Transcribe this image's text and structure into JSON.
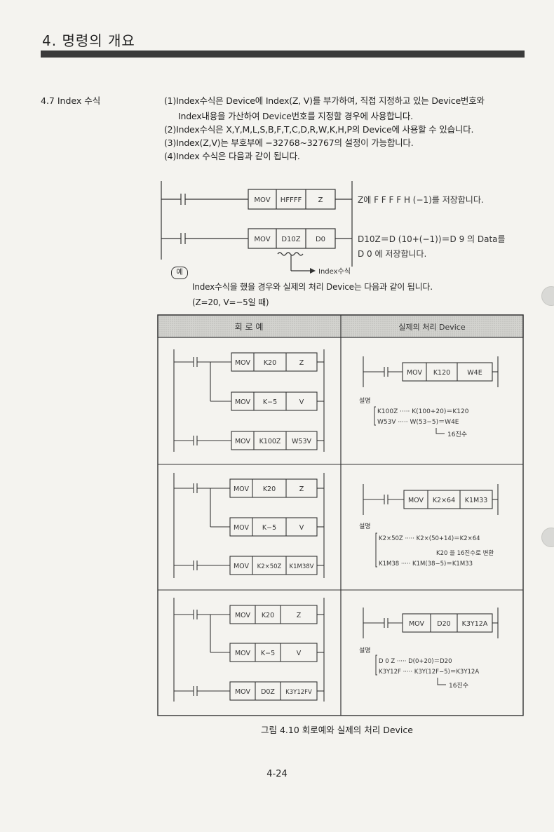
{
  "header": {
    "chapter_title": "4. 명령의 개요"
  },
  "section": {
    "number_title": "4.7  Index 수식"
  },
  "paragraphs": [
    "(1)Index수식은 Device에 Index(Z, V)를 부가하여, 직접 지정하고 있는 Device번호와",
    "Index내용을 가산하여 Device번호를 지정할 경우에 사용합니다.",
    "(2)Index수식은 X,Y,M,L,S,B,F,T,C,D,R,W,K,H,P의 Device에 사용할 수 있습니다.",
    "(3)Index(Z,V)는 부호부에 −32768~32767의 설정이 가능합니다.",
    "(4)Index 수식은 다음과 같이 됩니다."
  ],
  "top_ladder": {
    "rung1": {
      "op": "MOV",
      "src": "HFFFF",
      "dst": "Z",
      "desc": "Z에 F F F F H  (−1)를 저장합니다."
    },
    "rung2": {
      "op": "MOV",
      "src": "D10Z",
      "dst": "D0",
      "desc1": "D10Z＝D (10+(−1))＝D 9 의  Data를",
      "desc2": "D 0 에 저장합니다."
    },
    "index_label": "Index수식"
  },
  "example": {
    "badge": "예",
    "line1": "Index수식을 했을 경우와 실제의 처리 Device는 다음과 같이 됩니다.",
    "line2": "(Z=20,  V=−5일 때)"
  },
  "table": {
    "header_left": "회   로   예",
    "header_right": "실제의 처리 Device",
    "rows": [
      {
        "circuit": [
          {
            "op": "MOV",
            "src": "K20",
            "dst": "Z"
          },
          {
            "op": "MOV",
            "src": "K−5",
            "dst": "V"
          },
          {
            "op": "MOV",
            "src": "K100Z",
            "dst": "W53V"
          }
        ],
        "actual": {
          "op": "MOV",
          "src": "K120",
          "dst": "W4E"
        },
        "explain_title": "설명",
        "explain": [
          "K100Z ····· K(100+20)＝K120",
          "W53V ····· W(53−5)＝W4E"
        ],
        "note": "16진수"
      },
      {
        "circuit": [
          {
            "op": "MOV",
            "src": "K20",
            "dst": "Z"
          },
          {
            "op": "MOV",
            "src": "K−5",
            "dst": "V"
          },
          {
            "op": "MOV",
            "src": "K2×50Z",
            "dst": "K1M38V"
          }
        ],
        "actual": {
          "op": "MOV",
          "src": "K2×64",
          "dst": "K1M33"
        },
        "explain_title": "설명",
        "explain": [
          "K2×50Z ····· K2×(50+14)＝K2×64",
          "K1M38 ····· K1M(38−5)＝K1M33"
        ],
        "note": "K20 을 16진수로 변환"
      },
      {
        "circuit": [
          {
            "op": "MOV",
            "src": "K20",
            "dst": "Z"
          },
          {
            "op": "MOV",
            "src": "K−5",
            "dst": "V"
          },
          {
            "op": "MOV",
            "src": "D0Z",
            "dst": "K3Y12FV"
          }
        ],
        "actual": {
          "op": "MOV",
          "src": "D20",
          "dst": "K3Y12A"
        },
        "explain_title": "설명",
        "explain": [
          "D 0 Z ····· D(0+20)＝D20",
          "K3Y12F ····· K3Y(12F−5)＝K3Y12A"
        ],
        "note": "16진수"
      }
    ]
  },
  "caption": "그림 4.10  회로예와 실제의 처리 Device",
  "page_number": "4-24"
}
